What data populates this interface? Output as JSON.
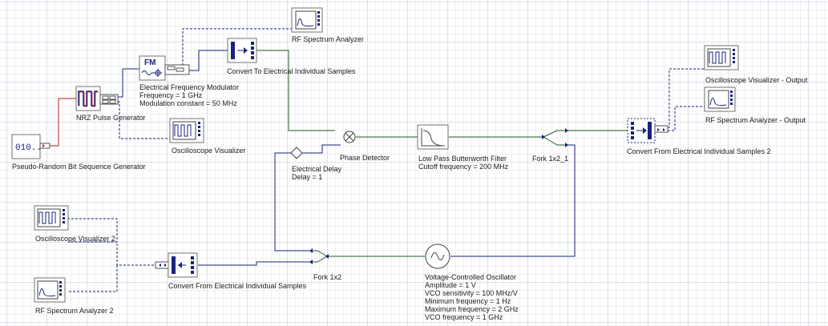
{
  "components": {
    "prbs": {
      "lines": [
        "Pseudo-Random Bit Sequence Generator"
      ],
      "glyph": "010.."
    },
    "nrz": {
      "lines": [
        "NRZ Pulse Generator"
      ]
    },
    "efm": {
      "lines": [
        "Electrical Frequency Modulator",
        "Frequency = 1  GHz",
        "Modulation constant = 50  MHz"
      ],
      "glyph": "FM"
    },
    "osc_vis": {
      "lines": [
        "Oscilloscope Visualizer"
      ]
    },
    "conv_to": {
      "lines": [
        "Convert To Electrical Individual Samples"
      ]
    },
    "rfsa": {
      "lines": [
        "RF Spectrum Analyzer"
      ]
    },
    "phase_det": {
      "lines": [
        "Phase Detector"
      ]
    },
    "delay": {
      "lines": [
        "Electrical Delay",
        "Delay = 1"
      ]
    },
    "lpf": {
      "lines": [
        "Low Pass Butterworth Filter",
        "Cutoff frequency = 200  MHz"
      ]
    },
    "fork1": {
      "lines": [
        "Fork 1x2_1"
      ]
    },
    "conv_from2": {
      "lines": [
        "Convert From Electrical Individual Samples 2"
      ]
    },
    "osc_out": {
      "lines": [
        "Oscilloscope Visualizer - Output"
      ]
    },
    "rfsa_out": {
      "lines": [
        "RF Spectrum Analyzer  - Output"
      ]
    },
    "osc2": {
      "lines": [
        "Oscilloscope Visualizer 2"
      ]
    },
    "rfsa2": {
      "lines": [
        "RF Spectrum Analyzer 2"
      ]
    },
    "conv_from": {
      "lines": [
        "Convert From Electrical Individual Samples"
      ]
    },
    "fork2": {
      "lines": [
        "Fork 1x2"
      ]
    },
    "vco": {
      "lines": [
        "Voltage-Controlled Oscillator",
        "Amplitude = 1  V",
        "VCO sensitivity = 100  MHz/V",
        "Minimum frequency = 1  Hz",
        "Maximum frequency = 2  GHz",
        "VCO frequency = 1  GHz"
      ]
    }
  },
  "colors": {
    "electrical_wire": "#1a237e",
    "binary_wire": "#b71c1c",
    "sample_wire": "#1b5e20",
    "visualizer_wire": "#1a237e",
    "block_accent": "#1a237e"
  }
}
